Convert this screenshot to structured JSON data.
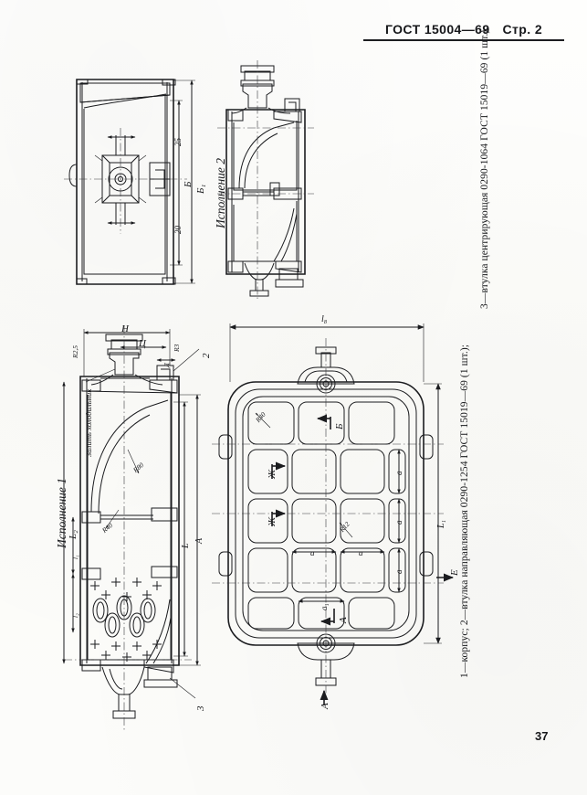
{
  "document": {
    "standard": "ГОСТ 15004—69",
    "page_label": "Стр. 2",
    "page_number": "37"
  },
  "figures": {
    "view_top_left": {
      "title": "",
      "dimension_labels": [
        "25",
        "20",
        "Б",
        "Б₁"
      ]
    },
    "view_top_right": {
      "title": "Исполнение 2"
    },
    "view_bottom_left": {
      "title": "Исполнение 1",
      "note": "Залить холодильник",
      "dimension_labels": [
        "H",
        "Ц",
        "R2,5",
        "R3",
        "Д",
        "R40",
        "R80",
        "L",
        "L₂",
        "A",
        "l₁",
        "l₂",
        "3",
        "2"
      ]
    },
    "view_plan": {
      "dimension_labels": [
        "l₈",
        "L₁",
        "Е",
        "R40",
        "R12",
        "а",
        "а₁",
        "Ж",
        "Ж",
        "Б",
        "А"
      ]
    }
  },
  "legend": {
    "line_1": "1—корпус; 2—втулка направляющая 0290-1254 ГОСТ 15019—69 (1 шт.);",
    "line_2": "3—втулка центрирующая 0290-1064 ГОСТ 15019—69 (1 шт.)."
  },
  "labels": {
    "t25": "25",
    "t20": "20",
    "b": "Б",
    "b1": "Б₁",
    "ispolnenie_1": "Исполнение 1",
    "ispolnenie_2": "Исполнение 2",
    "zalit": "Залить холодильник",
    "h": "H",
    "ts": "Ц",
    "r25": "R2,5",
    "r3": "R3",
    "d": "Д",
    "r40": "R40",
    "r80": "R80",
    "l": "L",
    "l2": "L₂",
    "a_dim": "A",
    "l1_small": "l₁",
    "l2_small": "l₂",
    "item2": "2",
    "item3": "3",
    "l8": "l₈",
    "L1": "L₁",
    "e": "Е",
    "pr40": "R40",
    "pr12": "R12",
    "a_small": "а",
    "a_small2": "а",
    "a_small3": "а",
    "a1_small": "а₁",
    "a2_small": "а",
    "zh1": "Ж",
    "zh2": "Ж",
    "bsec": "Б",
    "asec": "А"
  },
  "colors": {
    "ink": "#1b1c1f",
    "paper": "#fdfdfb",
    "centerline": "#3a3b3f"
  }
}
